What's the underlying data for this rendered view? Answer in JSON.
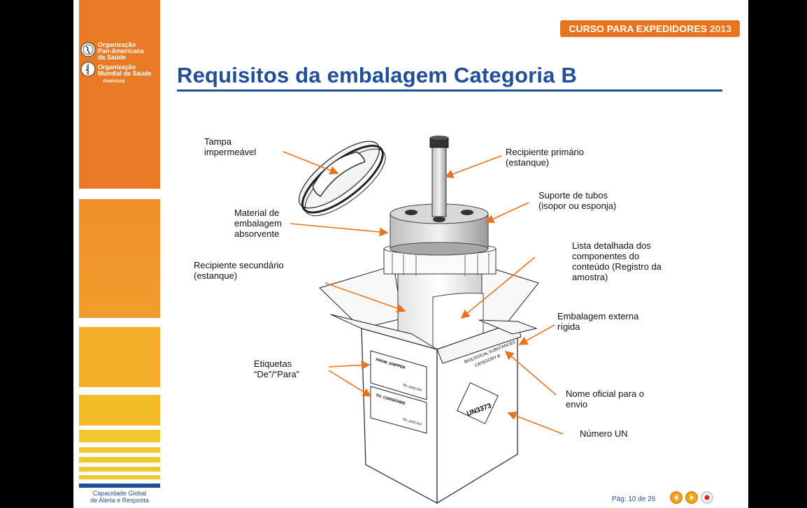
{
  "header": {
    "badge_text": "CURSO PARA EXPEDIDORES",
    "badge_year": "2013",
    "title": "Requisitos da embalagem Categoria B"
  },
  "sidebar": {
    "org1_lines": [
      "Organização",
      "Pan-Americana",
      "da Saúde"
    ],
    "org2_lines": [
      "Organização",
      "Mundial da Saúde"
    ],
    "org2_sub": "Américas",
    "footer_lines": [
      "Capacidade Global",
      "de Alerta e Resposta"
    ]
  },
  "diagram": {
    "labels": {
      "tampa": [
        "Tampa",
        "impermeável"
      ],
      "material": [
        "Material de",
        "embalagem",
        "absorvente"
      ],
      "secundario": [
        "Recipiente secundário",
        "(estanque)"
      ],
      "etiquetas": [
        "Etiquetas",
        "“De”/“Para”"
      ],
      "primario": [
        "Recipiente primário",
        "(estanque)"
      ],
      "suporte": [
        "Suporte de tubos",
        "(isopor ou esponja)"
      ],
      "lista": [
        "Lista detalhada dos",
        "componentes do",
        "conteúdo (Registro da",
        "amostra)"
      ],
      "externa": [
        "Embalagem externa",
        "rígida"
      ],
      "nome": [
        "Nome oficial para o",
        "envio"
      ],
      "un": [
        "Número UN"
      ]
    },
    "box_text": {
      "side1": "BIOLOGICAL SUBSTANCES",
      "side2": "CATEGORY B",
      "un_code": "UN3373",
      "from": "FROM: SHIPPER",
      "to": "TO: CONSIGNEE",
      "tel": "TEL (000) 000"
    }
  },
  "footer": {
    "page": "Pág: 10 de 26"
  },
  "colors": {
    "orange": "#e8741e",
    "blue": "#1f4e9a",
    "arrow": "#e8741e"
  }
}
